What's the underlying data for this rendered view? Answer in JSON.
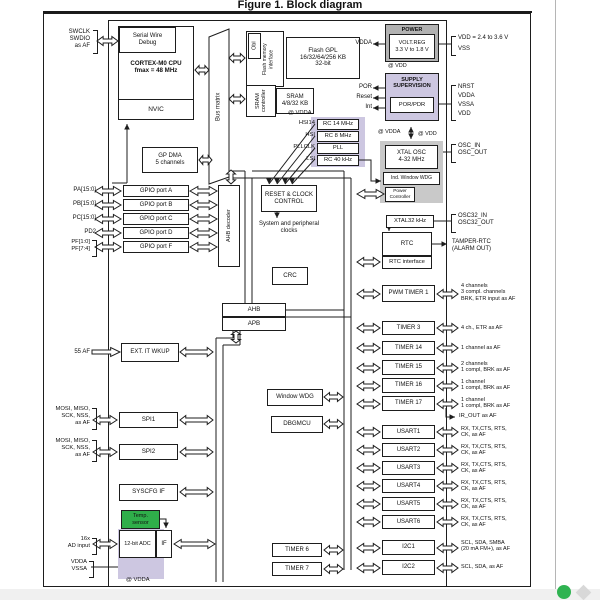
{
  "title": "Figure 1. Block diagram",
  "colors": {
    "lavender": "#cdc7e1",
    "power_gray": "#b2b2b2",
    "panel_gray": "#c9c9c9",
    "green": "#2fae4a"
  },
  "core": {
    "swd_pins": "SWCLK\nSWDIO\nas AF",
    "swd": "Serial Wire\nDebug",
    "cpu": "CORTEX-M0 CPU\nfmax = 48 MHz",
    "nvic": "NVIC",
    "bus_matrix": "Bus matrix",
    "gpdma": "GP DMA\n5 channels"
  },
  "memory": {
    "obl": "Obl",
    "flash_if": "Flash memory interface",
    "flash": "Flash GPL\n16/32/64/256 KB\n32-bit",
    "sram_ctrl": "SRAM\ncontroller",
    "sram": "SRAM\n4/8/32 KB",
    "at_vdda": "@ VDDA"
  },
  "power": {
    "title": "POWER",
    "voltreg": "VOLT.REG\n3.3 V to 1.8 V",
    "vdda": "VDDA",
    "vdd_range": "VDD = 2.4 to 3.6 V",
    "vss": "VSS",
    "at_vdd": "@ VDD"
  },
  "supply": {
    "title": "SUPPLY\nSUPERVISION",
    "porpdr": "POR/PDR",
    "por": "POR",
    "reset": "Reset",
    "int": "Int",
    "nrst": "NRST",
    "vdda": "VDDA",
    "vssa": "VSSA",
    "vdd": "VDD"
  },
  "clocks": {
    "hsi14": "HSI14",
    "hsi": "HSI",
    "pllclk": "PLLCLK",
    "lsi": "LSI",
    "rc14": "RC 14 MHz",
    "rc8": "RC 8 MHz",
    "pll": "PLL",
    "rc40": "RC 40 kHz",
    "at_vdda": "@ VDDA",
    "at_vdd": "@ VDD",
    "xtal": "XTAL OSC\n4-32 MHz",
    "ind_wdg": "Ind. Window WDG",
    "pwr_ctrl": "Power\nController",
    "osc_pins": "OSC_IN\nOSC_OUT",
    "xtal32": "XTAL32 kHz",
    "osc32_pins": "OSC32_IN\nOSC32_OUT"
  },
  "gpio": {
    "decoder": "AHB decoder",
    "ports": [
      {
        "pins": "PA[15:0]",
        "name": "GPIO port A"
      },
      {
        "pins": "PB[15:0]",
        "name": "GPIO port B"
      },
      {
        "pins": "PC[15:0]",
        "name": "GPIO port C"
      },
      {
        "pins": "PD2",
        "name": "GPIO port D"
      },
      {
        "pins": "PF[1:0]\nPF[7:4]",
        "name": "GPIO port F"
      }
    ]
  },
  "center": {
    "rcc": "RESET & CLOCK\nCONTROL",
    "sys_clocks": "System and peripheral\nclocks",
    "crc": "CRC",
    "ahb": "AHB",
    "apb": "APB",
    "exti": "EXT. IT WKUP",
    "exti_pin": "55 AF",
    "window_wdg": "Window WDG",
    "dbgmcu": "DBGMCU",
    "timer6": "TIMER 6",
    "timer7": "TIMER 7"
  },
  "left": {
    "spi1": "SPI1",
    "spi2": "SPI2",
    "spi_pins": "MOSI, MISO,\nSCK, NSS,\nas AF",
    "syscfg": "SYSCFG IF",
    "temp": "Temp.\nsensor",
    "adc": "12-bit ADC",
    "adc_if": "IF",
    "adc_pins": "16x\nAD input",
    "vdda_vssa": "VDDA\nVSSA",
    "at_vdda": "@ VDDA"
  },
  "rtc": {
    "rtc": "RTC",
    "rtc_if": "RTC interface",
    "tamper": "TAMPER-RTC\n(ALARM OUT)"
  },
  "right": {
    "periphs": [
      {
        "name": "PWM TIMER 1",
        "pins": "4 channels\n3 compl. channels\nBRK, ETR input as AF"
      },
      {
        "name": "TIMER 3",
        "pins": "4 ch., ETR as AF"
      },
      {
        "name": "TIMER 14",
        "pins": "1 channel as AF"
      },
      {
        "name": "TIMER 15",
        "pins": "2 channels\n1 compl, BRK as AF"
      },
      {
        "name": "TIMER 16",
        "pins": "1 channel\n1 compl, BRK as AF"
      },
      {
        "name": "TIMER 17",
        "pins": "1 channel\n1 compl, BRK as AF"
      },
      {
        "name": "USART1",
        "pins": "RX, TX,CTS, RTS,\nCK, as AF"
      },
      {
        "name": "USART2",
        "pins": "RX, TX,CTS, RTS,\nCK, as AF"
      },
      {
        "name": "USART3",
        "pins": "RX, TX,CTS, RTS,\nCK, as AF"
      },
      {
        "name": "USART4",
        "pins": "RX, TX,CTS, RTS,\nCK, as AF"
      },
      {
        "name": "USART5",
        "pins": "RX, TX,CTS, RTS,\nCK, as AF"
      },
      {
        "name": "USART6",
        "pins": "RX, TX,CTS, RTS,\nCK, as AF"
      },
      {
        "name": "I2C1",
        "pins": "SCL, SDA, SMBA\n(20 mA FM+), as AF"
      },
      {
        "name": "I2C2",
        "pins": "SCL, SDA, as AF"
      }
    ],
    "ir_out": "IR_OUT as AF"
  }
}
